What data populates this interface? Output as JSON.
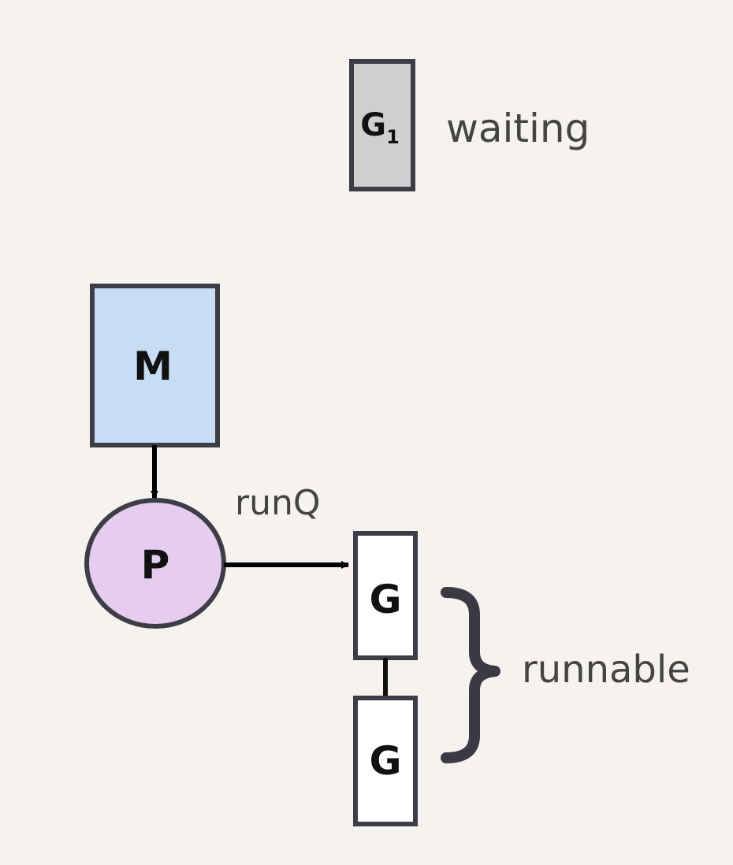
{
  "colors": {
    "background": "#f6f3ee",
    "outline": "#3d3d48",
    "machine_fill": "#c6ddf4",
    "processor_fill": "#e6cdef",
    "waiting_fill": "#cfcfcf",
    "runnable_fill": "#ffffff",
    "text_dark": "#111111",
    "text_label": "#444444"
  },
  "waiting": {
    "node_label": "G",
    "node_subscript": "1",
    "state_label": "waiting"
  },
  "machine": {
    "label": "M"
  },
  "processor": {
    "label": "P",
    "queue_label": "runQ"
  },
  "runnable": {
    "nodes": [
      {
        "label": "G"
      },
      {
        "label": "G"
      }
    ],
    "state_label": "runnable"
  }
}
